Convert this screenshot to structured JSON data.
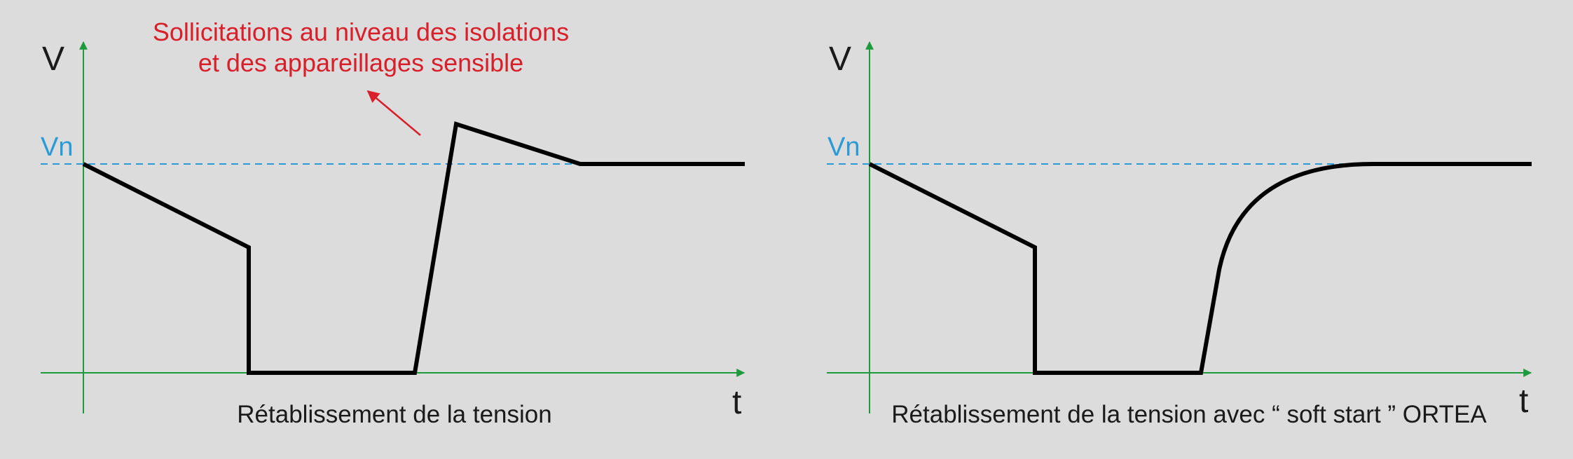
{
  "colors": {
    "background": "#dcdcdc",
    "axis": "#1e9a3c",
    "reference_line": "#2a9bd6",
    "signal": "#000000",
    "annotation": "#d81f2a",
    "text": "#1a1a1a"
  },
  "icons": [
    "arrow-up-icon",
    "arrow-right-icon",
    "annotation-arrow-icon"
  ],
  "diagrams": {
    "left": {
      "y_axis_label": "V",
      "x_axis_label": "t",
      "reference_label": "Vn",
      "caption": "Rétablissement de la tension",
      "annotation_line1": "Sollicitations au niveau des isolations",
      "annotation_line2": "et des appareillages sensible"
    },
    "right": {
      "y_axis_label": "V",
      "x_axis_label": "t",
      "reference_label": "Vn",
      "caption": "Rétablissement de la tension avec “ soft start ” ORTEA"
    }
  }
}
